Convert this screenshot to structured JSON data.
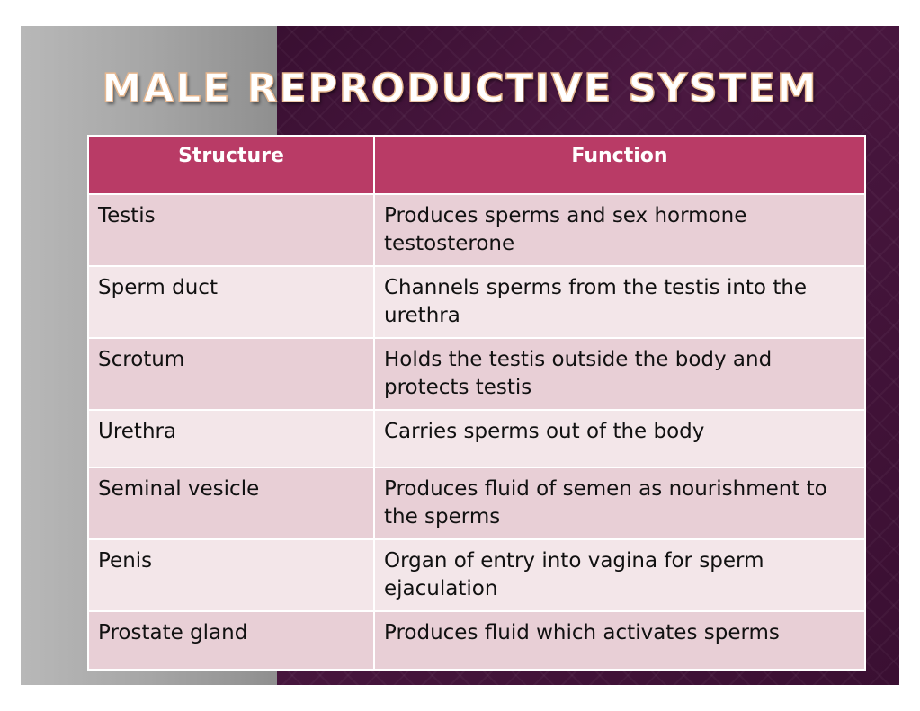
{
  "title": "MALE REPRODUCTIVE SYSTEM",
  "table": {
    "headers": [
      "Structure",
      "Function"
    ],
    "rows": [
      {
        "structure": "Testis",
        "function": "Produces sperms and sex hormone testosterone"
      },
      {
        "structure": "Sperm duct",
        "function": "Channels sperms from the testis into the urethra"
      },
      {
        "structure": "Scrotum",
        "function": "Holds the testis outside the body and protects testis"
      },
      {
        "structure": "Urethra",
        "function": "Carries sperms out of the body"
      },
      {
        "structure": "Seminal vesicle",
        "function": "Produces fluid of semen as nourishment to the sperms"
      },
      {
        "structure": "Penis",
        "function": "Organ of entry into vagina for sperm ejaculation"
      },
      {
        "structure": "Prostate gland",
        "function": "Produces fluid which activates sperms"
      }
    ]
  },
  "colors": {
    "header_bg": "#b93b66",
    "row_odd_bg": "#e8cfd6",
    "row_even_bg": "#f3e6e9",
    "slide_bg": "#3a0f32",
    "panel_gray": "#a6a6a6",
    "title_outline": "#e7b890"
  }
}
